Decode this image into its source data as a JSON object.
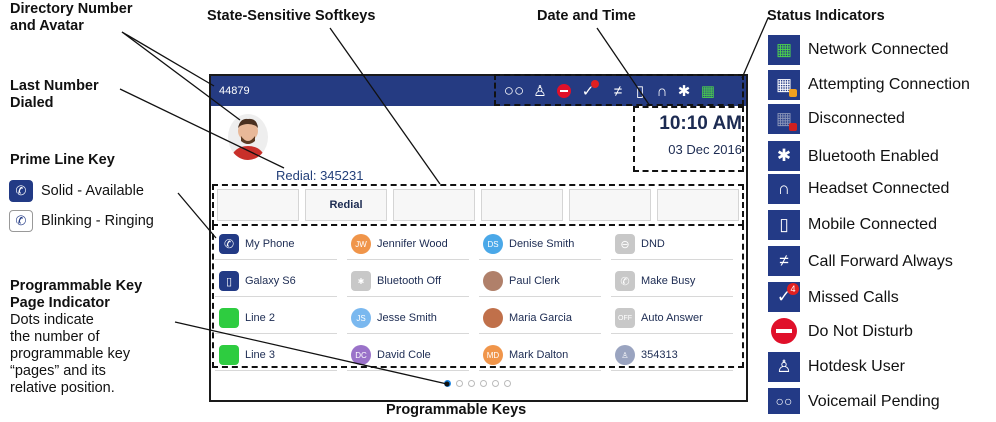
{
  "callouts": {
    "dir_avatar_1": "Directory Number",
    "dir_avatar_2": "and Avatar",
    "softkeys": "State-Sensitive Softkeys",
    "datetime": "Date and Time",
    "status": "Status Indicators",
    "last_dialed_1": "Last Number",
    "last_dialed_2": "Dialed",
    "prime_line": "Prime Line Key",
    "prime_solid": "Solid - Available",
    "prime_blink": "Blinking - Ringing",
    "prog_page_1": "Programmable Key",
    "prog_page_2": "Page Indicator",
    "prog_page_3": "Dots indicate",
    "prog_page_4": "the number of",
    "prog_page_5": "programmable key",
    "prog_page_6": "“pages” and its",
    "prog_page_7": "relative position.",
    "prog_keys": "Programmable Keys"
  },
  "phone": {
    "directory_number": "44879",
    "redial_text": "Redial: 345231",
    "time": "10:10 AM",
    "date": "03 Dec 2016",
    "softkeys": [
      "",
      "Redial",
      "",
      "",
      "",
      ""
    ],
    "prog_keys": [
      [
        {
          "label": "My Phone",
          "icon": "phone-icon"
        },
        {
          "label": "Galaxy S6",
          "icon": "mobile-icon"
        },
        {
          "label": "Line 2",
          "icon": "line-indicator"
        },
        {
          "label": "Line 3",
          "icon": "line-indicator"
        }
      ],
      [
        {
          "label": "Jennifer Wood",
          "initials": "JW"
        },
        {
          "label": "Bluetooth Off",
          "icon": "bluetooth-icon"
        },
        {
          "label": "Jesse Smith",
          "initials": "JS"
        },
        {
          "label": "David Cole",
          "initials": "DC"
        }
      ],
      [
        {
          "label": "Denise Smith",
          "initials": "DS"
        },
        {
          "label": "Paul Clerk",
          "icon": "contact-photo"
        },
        {
          "label": "Maria Garcia",
          "icon": "contact-photo"
        },
        {
          "label": "Mark Dalton",
          "initials": "MD"
        }
      ],
      [
        {
          "label": "DND",
          "icon": "dnd-icon"
        },
        {
          "label": "Make Busy",
          "icon": "make-busy-icon"
        },
        {
          "label": "Auto Answer",
          "initials": "OFF"
        },
        {
          "label": "354313",
          "icon": "hotdesk-icon"
        }
      ]
    ],
    "page_dots": 6,
    "active_page": 1
  },
  "status_indicators": [
    {
      "label": "Network Connected",
      "icon": "network-connected-icon"
    },
    {
      "label": "Attempting Connection",
      "icon": "network-attempting-icon"
    },
    {
      "label": "Disconnected",
      "icon": "network-disconnected-icon"
    },
    {
      "label": "Bluetooth Enabled",
      "icon": "bluetooth-icon"
    },
    {
      "label": "Headset Connected",
      "icon": "headset-icon"
    },
    {
      "label": "Mobile Connected",
      "icon": "mobile-icon"
    },
    {
      "label": "Call Forward Always",
      "icon": "call-forward-icon"
    },
    {
      "label": "Missed Calls",
      "icon": "missed-calls-icon"
    },
    {
      "label": "Do Not Disturb",
      "icon": "dnd-icon"
    },
    {
      "label": "Hotdesk User",
      "icon": "hotdesk-icon"
    },
    {
      "label": "Voicemail Pending",
      "icon": "voicemail-icon"
    }
  ],
  "missed_calls_count": "4",
  "colors": {
    "bar": "#253b82",
    "accent_green": "#2ecc40",
    "dnd_red": "#e0102a",
    "badge_red": "#e02020"
  }
}
